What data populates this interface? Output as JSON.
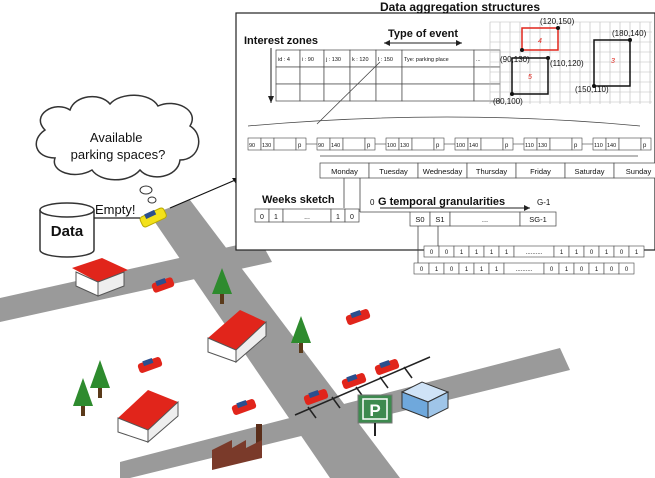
{
  "title": "Data aggregation structures",
  "interest_zones": {
    "label": "Interest zones",
    "header_cells": [
      "id : 4",
      "i : 90",
      "j : 130",
      "k : 120",
      "l : 150",
      "Tye: parking place",
      "..."
    ],
    "type_label": "Type of event"
  },
  "grid": {
    "labels": [
      "(120,150)",
      "(180,140)",
      "(90,130)",
      "(110,120)",
      "(150,110)",
      "(80,100)"
    ],
    "zone_ids": [
      "4",
      "3",
      "5"
    ]
  },
  "records": [
    {
      "a": "90",
      "b": "130",
      "c": "p"
    },
    {
      "a": "90",
      "b": "140",
      "c": "p"
    },
    {
      "a": "100",
      "b": "130",
      "c": "p"
    },
    {
      "a": "100",
      "b": "140",
      "c": "p"
    },
    {
      "a": "110",
      "b": "130",
      "c": "p"
    },
    {
      "a": "110",
      "b": "140",
      "c": "p"
    }
  ],
  "days": [
    "Monday",
    "Tuesday",
    "Wednesday",
    "Thursday",
    "Friday",
    "Saturday",
    "Sunday"
  ],
  "weeks_sketch": {
    "label": "Weeks sketch",
    "cells": [
      "0",
      "1",
      "...",
      "1",
      "0"
    ]
  },
  "granularities": {
    "label": "G temporal granularities",
    "left": "0",
    "right": "G-1",
    "cells": [
      "S0",
      "S1",
      "...",
      "SG-1"
    ]
  },
  "bitstrings": [
    [
      "0",
      "0",
      "1",
      "1",
      "1",
      "1",
      "..........",
      "1",
      "1",
      "0",
      "1",
      "0",
      "1"
    ],
    [
      "0",
      "1",
      "0",
      "1",
      "1",
      "1",
      "..........",
      "0",
      "1",
      "0",
      "1",
      "0",
      "0"
    ]
  ],
  "cloud_text": "Available parking spaces?",
  "data_label": "Data",
  "empty_label": "Empty!",
  "parking_sign": "P",
  "colors": {
    "road": "#9a9a9a",
    "roof": "#e1251b",
    "car": "#e1251b",
    "highlight_car": "#f3e11a",
    "tree": "#2e8b2e",
    "sign": "#3e8a4f"
  }
}
